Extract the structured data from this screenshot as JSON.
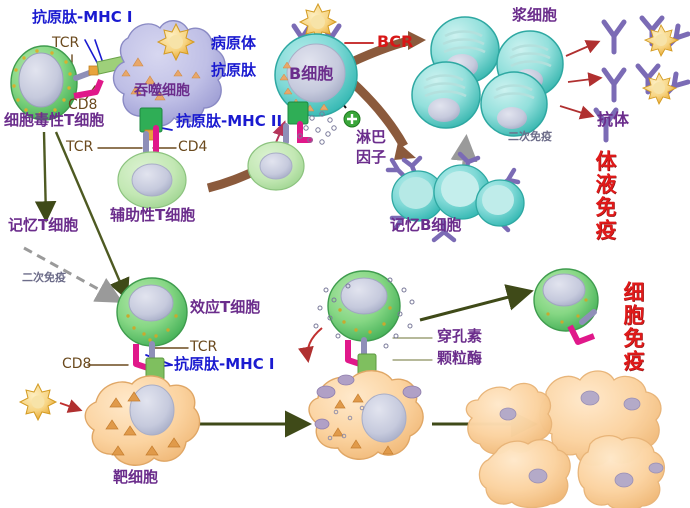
{
  "diagram": {
    "title": "Immune response schematic (humoral and cellular immunity)",
    "background_color": "#ffffff"
  },
  "colors": {
    "label_blue": "#1a1ad0",
    "label_purple": "#6b2d8c",
    "label_brown": "#6b4a1e",
    "label_red": "#d81717",
    "label_gray": "#6d6d8a",
    "label_olive": "#4e5a22",
    "arrow_olive": "#3f4a18",
    "arrow_brown": "#8b5a3c",
    "arrow_red": "#b03030",
    "arrow_gray": "#9a9a9a",
    "tcell_green": "#6fcf6f",
    "bcell_teal": "#5fc8c8",
    "macrophage_purple": "#b6b6e0",
    "target_cell_orange": "#f6c98a",
    "antibody_violet": "#7b6bb5",
    "pathogen_yellow": "#f3c14a",
    "mhc_green": "#2fae56",
    "cd8_magenta": "#e0188a"
  },
  "labels": {
    "antigen_peptide_mhc1_top": "抗原肽-MHC I",
    "tcr_top": "TCR",
    "cd8_top": "CD8",
    "cytotoxic_t_cell": "细胞毒性T细胞",
    "phagocyte": "吞噬细胞",
    "pathogen": "病原体",
    "antigen_peptide": "抗原肽",
    "antigen_peptide_mhc2": "抗原肽-MHC II",
    "tcr_mid": "TCR",
    "cd4": "CD4",
    "helper_t_cell": "辅助性T细胞",
    "memory_t_cell": "记忆T细胞",
    "secondary_immunity_left": "二次免疫",
    "effector_t_cell": "效应T细胞",
    "tcr_bottom": "TCR",
    "cd8_bottom": "CD8",
    "antigen_peptide_mhc1_bottom": "抗原肽-MHC I",
    "target_cell": "靶细胞",
    "b_cell": "B细胞",
    "bcr": "BCR",
    "lymphokine": "淋巴\n因子",
    "lymphokine_line1": "淋巴",
    "lymphokine_line2": "因子",
    "plasma_cell": "浆细胞",
    "memory_b_cell": "记忆B细胞",
    "secondary_immunity_right": "二次免疫",
    "antibody": "抗体",
    "perforin": "穿孔素",
    "granzyme": "颗粒酶",
    "humoral_immunity": "体液免疫",
    "cellular_immunity": "细胞免疫"
  }
}
